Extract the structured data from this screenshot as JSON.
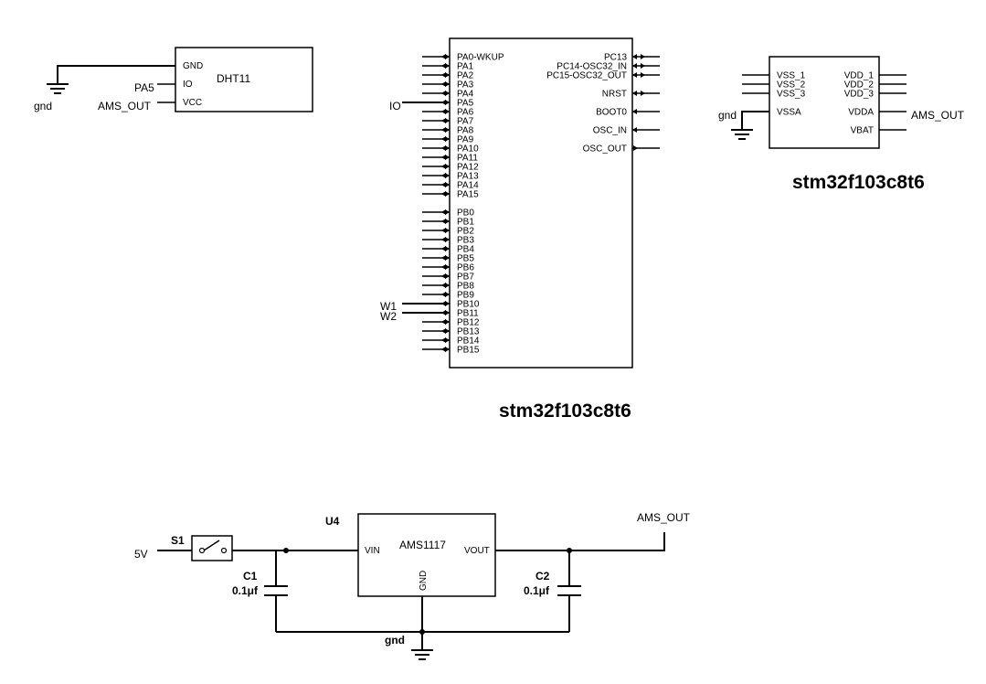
{
  "dht11": {
    "name": "DHT11",
    "pins": [
      "GND",
      "IO",
      "VCC"
    ],
    "gnd_net": "gnd",
    "io_net": "PA5",
    "vcc_net": "AMS_OUT"
  },
  "mcu_main": {
    "title": "stm32f103c8t6",
    "left_pins": [
      "PA0-WKUP",
      "PA1",
      "PA2",
      "PA3",
      "PA4",
      "PA5",
      "PA6",
      "PA7",
      "PA8",
      "PA9",
      "PA10",
      "PA11",
      "PA12",
      "PA13",
      "PA14",
      "PA15",
      "PB0",
      "PB1",
      "PB2",
      "PB3",
      "PB4",
      "PB5",
      "PB6",
      "PB7",
      "PB8",
      "PB9",
      "PB10",
      "PB11",
      "PB12",
      "PB13",
      "PB14",
      "PB15"
    ],
    "right_pins": [
      "PC13",
      "PC14-OSC32_IN",
      "PC15-OSC32_OUT",
      "NRST",
      "BOOT0",
      "OSC_IN",
      "OSC_OUT"
    ],
    "nets": {
      "io": "IO",
      "w1": "W1",
      "w2": "W2"
    }
  },
  "mcu_power": {
    "title": "stm32f103c8t6",
    "left_pins": [
      "VSS_1",
      "VSS_2",
      "VSS_3",
      "VSSA"
    ],
    "right_pins": [
      "VDD_1",
      "VDD_2",
      "VDD_3",
      "VDDA",
      "VBAT"
    ],
    "gnd_net": "gnd",
    "vdda_net": "AMS_OUT"
  },
  "regulator": {
    "ref": "U4",
    "name": "AMS1117",
    "pin_in": "VIN",
    "pin_out": "VOUT",
    "pin_gnd": "GND",
    "input_net": "5V",
    "output_net": "AMS_OUT",
    "gnd_net": "gnd"
  },
  "switch": {
    "ref": "S1"
  },
  "c1": {
    "ref": "C1",
    "value": "0.1μf"
  },
  "c2": {
    "ref": "C2",
    "value": "0.1μf"
  }
}
